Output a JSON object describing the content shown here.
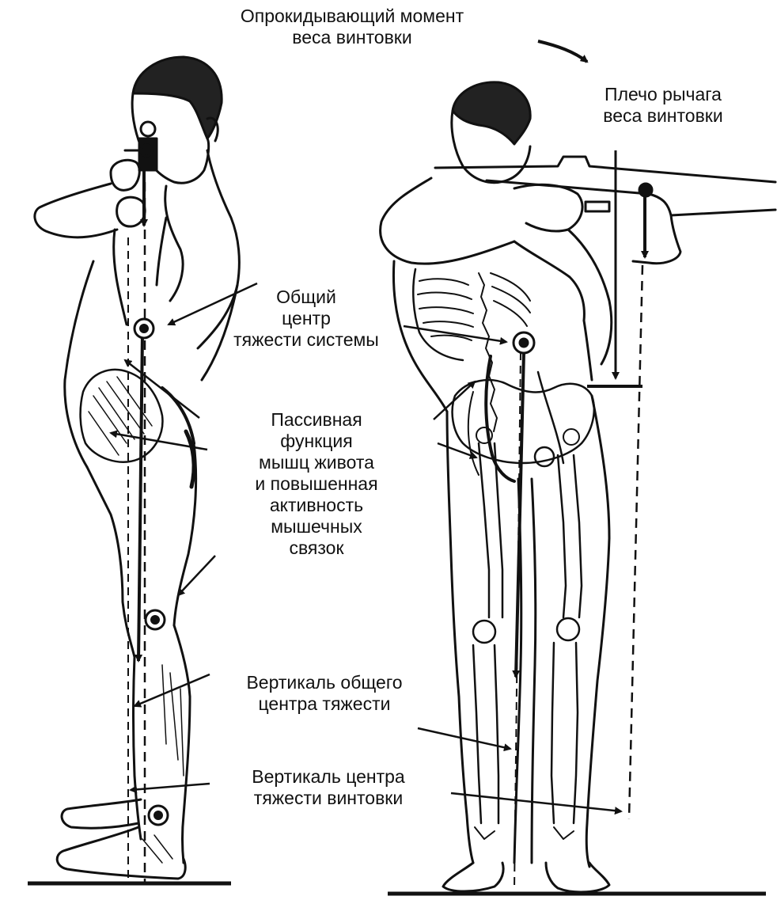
{
  "labels": {
    "tipping_moment": "Опрокидывающий момент\nвеса винтовки",
    "lever_arm": "Плечо рычага\nвеса винтовки",
    "common_cog": "Общий\nцентр\nтяжести системы",
    "passive_function": "Пассивная\nфункция\nмышц живота\nи повышенная\nактивность\nмышечных\nсвязок",
    "vertical_common_cog": "Вертикаль общего\nцентра тяжести",
    "vertical_rifle_cog": "Вертикаль центра\nтяжести винтовки"
  },
  "colors": {
    "ink": "#111111",
    "paper": "#ffffff"
  }
}
